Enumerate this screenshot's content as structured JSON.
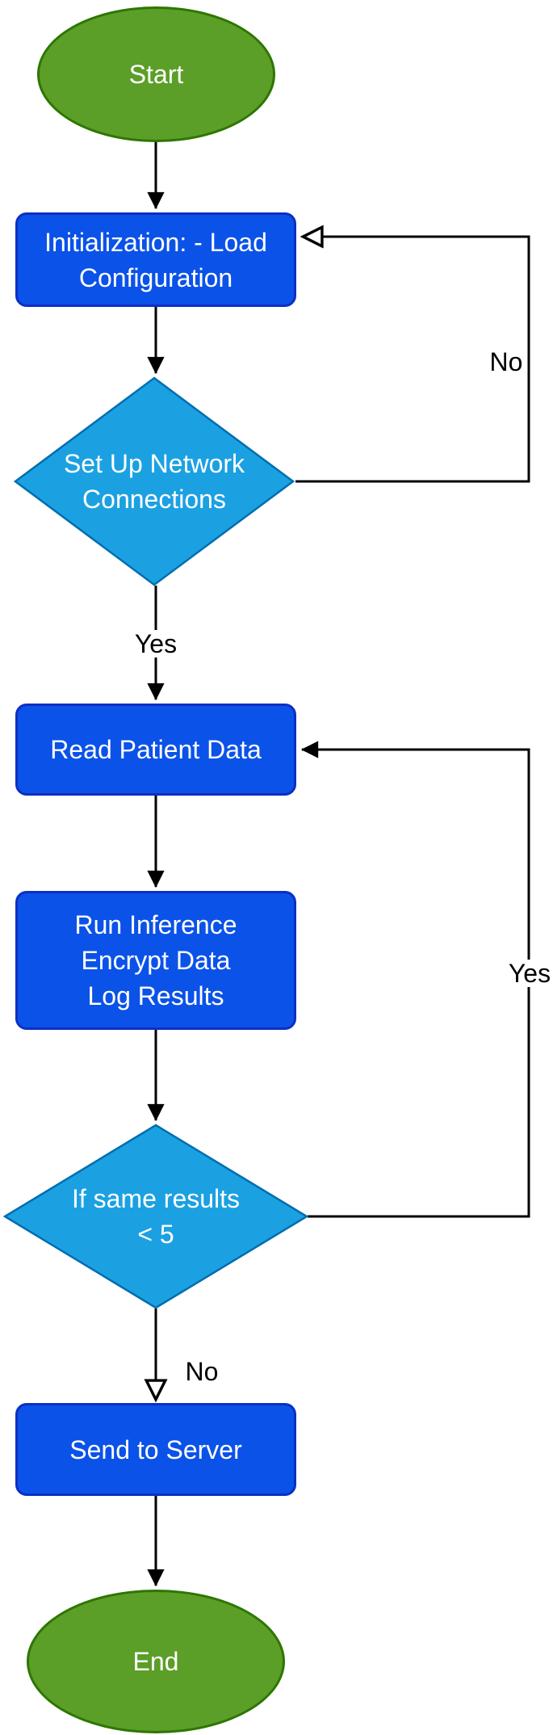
{
  "diagram": {
    "type": "flowchart",
    "nodes": {
      "start": {
        "label": "Start",
        "shape": "terminator"
      },
      "initialization": {
        "label": "Initialization: - Load\nConfiguration",
        "shape": "process"
      },
      "setup_network": {
        "label": "Set Up Network\nConnections",
        "shape": "decision"
      },
      "read_patient": {
        "label": "Read Patient Data",
        "shape": "process"
      },
      "run_inference": {
        "label": "Run Inference\nEncrypt Data\nLog Results",
        "shape": "process"
      },
      "same_results": {
        "label": "If same results\n< 5",
        "shape": "decision"
      },
      "send_server": {
        "label": "Send to Server",
        "shape": "process"
      },
      "end": {
        "label": "End",
        "shape": "terminator"
      }
    },
    "edge_labels": {
      "network_no": "No",
      "network_yes": "Yes",
      "results_yes": "Yes",
      "results_no": "No"
    },
    "colors": {
      "terminator_fill": "#5b9e28",
      "terminator_stroke": "#2d7600",
      "process_fill": "#0b52e8",
      "process_stroke": "#0d2fc4",
      "decision_fill": "#1ba1e2",
      "decision_stroke": "#006eaf",
      "connector": "#000000",
      "node_text": "#ffffff",
      "label_text": "#000000",
      "background": "#ffffff"
    }
  }
}
